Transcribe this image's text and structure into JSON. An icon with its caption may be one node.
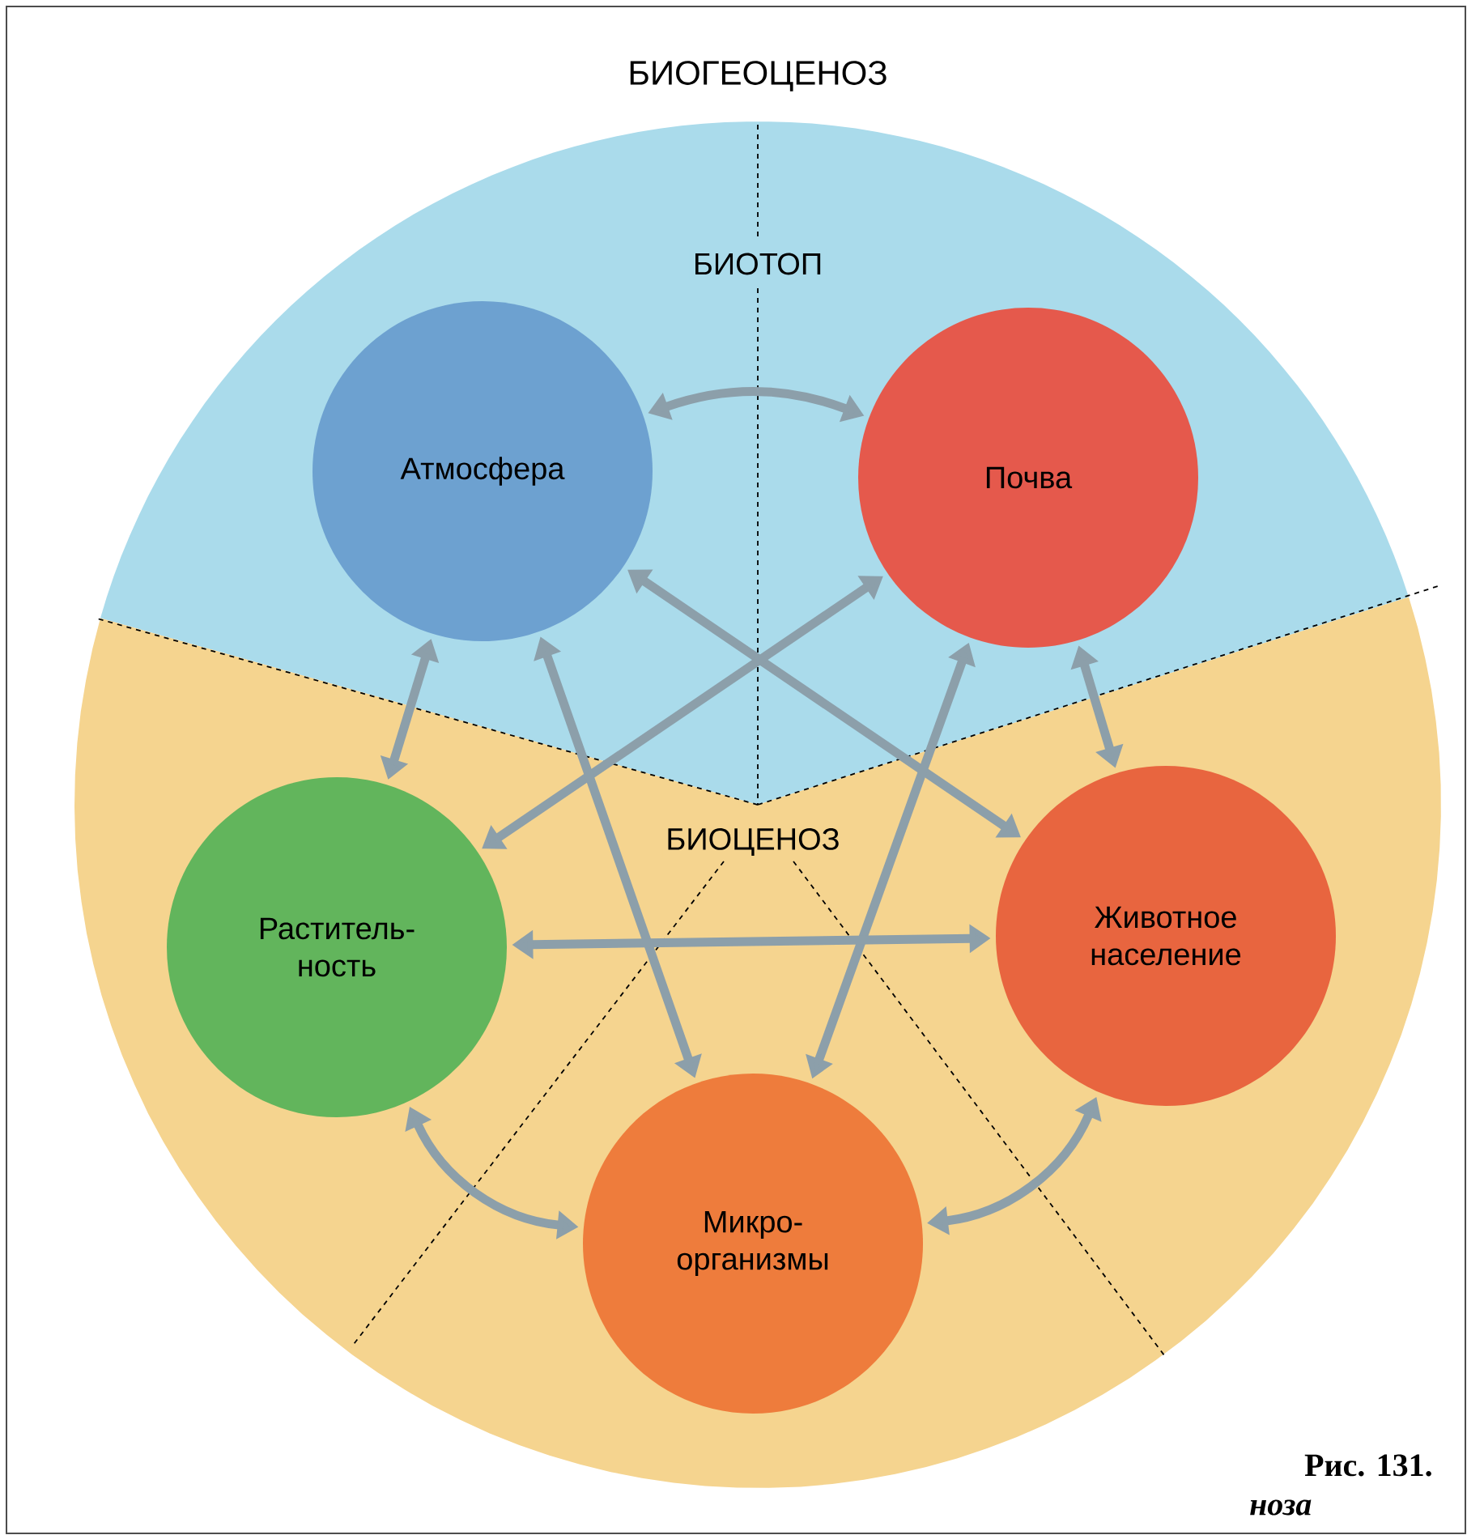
{
  "diagram": {
    "title": "БИОГЕОЦЕНОЗ",
    "nodes": [
      {
        "text": [
          "БИОТОП"
        ]
      },
      {
        "text": [
          "Атмосфера"
        ]
      },
      {
        "text": [
          "Почва"
        ]
      },
      {
        "text": [
          "БИОЦЕНОЗ"
        ]
      },
      {
        "text": [
          "Раститель- ность"
        ]
      },
      {
        "text": [
          "Животное население"
        ]
      },
      {
        "text": [
          "Микро- организмы"
        ]
      }
    ],
    "edges": [
      {
        "from": 1,
        "to": 2,
        "arrow": "both"
      },
      {
        "from": 1,
        "to": 4,
        "arrow": "both"
      },
      {
        "from": 2,
        "to": 5,
        "arrow": "both"
      },
      {
        "from": 1,
        "to": 5,
        "arrow": "both"
      },
      {
        "from": 2,
        "to": 4,
        "arrow": "both"
      },
      {
        "from": 1,
        "to": 6,
        "arrow": "both"
      },
      {
        "from": 2,
        "to": 6,
        "arrow": "both"
      },
      {
        "from": 4,
        "to": 5,
        "arrow": "both"
      },
      {
        "from": 4,
        "to": 6,
        "arrow": "both"
      },
      {
        "from": 6,
        "to": 5,
        "arrow": "both"
      }
    ],
    "labels": [
      "Рис. 131.",
      "ноза"
    ]
  }
}
